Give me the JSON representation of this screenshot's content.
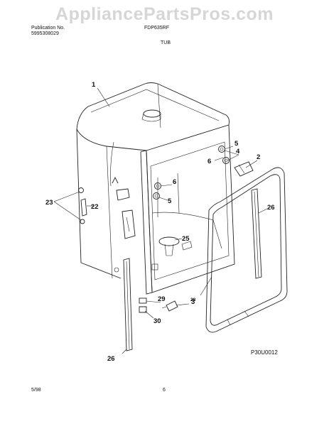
{
  "watermark": "AppliancePartsPros.com",
  "header": {
    "publication_label": "Publication No.",
    "publication_number": "5995308029",
    "model": "FDP635RF",
    "section_title": "TUB"
  },
  "figure_code": "P30U0012",
  "footer": {
    "date": "5/98",
    "page": "6"
  },
  "callouts": {
    "c1": "1",
    "c2": "2",
    "c3": "3",
    "c4": "4",
    "c5a": "5",
    "c5b": "5",
    "c6a": "6",
    "c6b": "6",
    "c22": "22",
    "c23": "23",
    "c25": "25",
    "c26a": "26",
    "c26b": "26",
    "c28": "28",
    "c29": "29",
    "c30": "30"
  },
  "colors": {
    "ink": "#111111",
    "watermark": "#d6d6d6",
    "paper": "#ffffff"
  }
}
